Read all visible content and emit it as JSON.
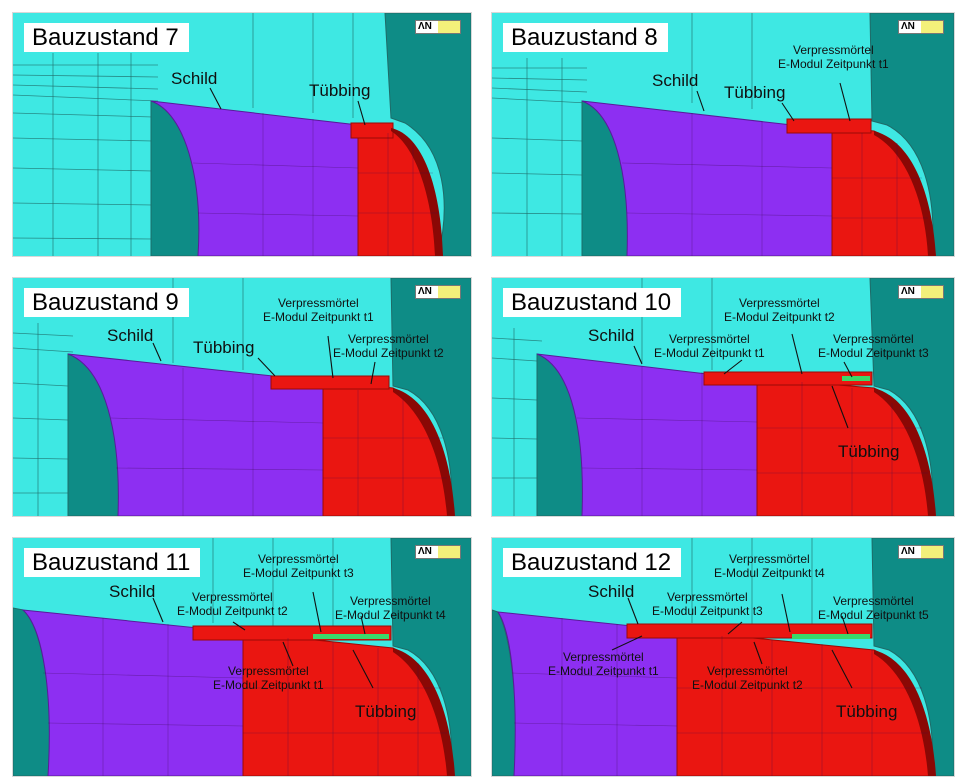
{
  "logo_text": "ΛN",
  "colors": {
    "background": "#3ee8e3",
    "mesh_front": "#0e8c86",
    "shield": "#8d2ff2",
    "segment": "#ea1611",
    "mesh_line": "#1f6b68"
  },
  "panels": [
    {
      "title": "Bauzustand 7",
      "labels": [
        {
          "text": "Schild"
        },
        {
          "text": "Tübbing"
        }
      ]
    },
    {
      "title": "Bauzustand 8",
      "labels": [
        {
          "text": "Schild"
        },
        {
          "text": "Tübbing"
        },
        {
          "line1": "Verpressmörtel",
          "line2": "E-Modul Zeitpunkt t1"
        }
      ]
    },
    {
      "title": "Bauzustand 9",
      "labels": [
        {
          "text": "Schild"
        },
        {
          "text": "Tübbing"
        },
        {
          "line1": "Verpressmörtel",
          "line2": "E-Modul Zeitpunkt t1"
        },
        {
          "line1": "Verpressmörtel",
          "line2": "E-Modul Zeitpunkt t2"
        }
      ]
    },
    {
      "title": "Bauzustand 10",
      "labels": [
        {
          "text": "Schild"
        },
        {
          "line1": "Verpressmörtel",
          "line2": "E-Modul Zeitpunkt t2"
        },
        {
          "line1": "Verpressmörtel",
          "line2": "E-Modul Zeitpunkt t1"
        },
        {
          "line1": "Verpressmörtel",
          "line2": "E-Modul Zeitpunkt t3"
        },
        {
          "text": "Tübbing"
        }
      ]
    },
    {
      "title": "Bauzustand 11",
      "labels": [
        {
          "text": "Schild"
        },
        {
          "line1": "Verpressmörtel",
          "line2": "E-Modul Zeitpunkt t3"
        },
        {
          "line1": "Verpressmörtel",
          "line2": "E-Modul Zeitpunkt t2"
        },
        {
          "line1": "Verpressmörtel",
          "line2": "E-Modul Zeitpunkt t4"
        },
        {
          "line1": "Verpressmörtel",
          "line2": "E-Modul Zeitpunkt t1"
        },
        {
          "text": "Tübbing"
        }
      ]
    },
    {
      "title": "Bauzustand 12",
      "labels": [
        {
          "text": "Schild"
        },
        {
          "line1": "Verpressmörtel",
          "line2": "E-Modul Zeitpunkt t4"
        },
        {
          "line1": "Verpressmörtel",
          "line2": "E-Modul Zeitpunkt t3"
        },
        {
          "line1": "Verpressmörtel",
          "line2": "E-Modul Zeitpunkt t5"
        },
        {
          "line1": "Verpressmörtel",
          "line2": "E-Modul Zeitpunkt t1"
        },
        {
          "line1": "Verpressmörtel",
          "line2": "E-Modul Zeitpunkt t2"
        },
        {
          "text": "Tübbing"
        }
      ]
    }
  ]
}
